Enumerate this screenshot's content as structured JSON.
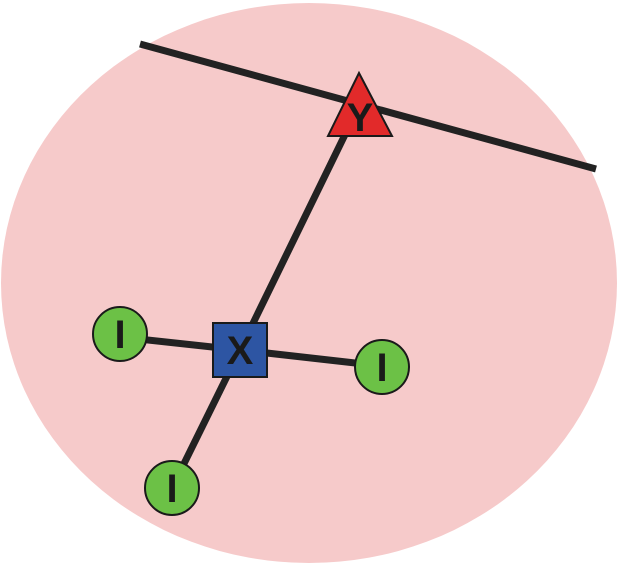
{
  "colors": {
    "background_region": "#f6caca",
    "edge": "#222222",
    "square_fill": "#2d55a3",
    "triangle_fill": "#e22a2a",
    "circle_fill": "#6cc146",
    "stroke": "#1a1a1a"
  },
  "nodes": {
    "y": {
      "label": "Y",
      "shape": "triangle"
    },
    "x": {
      "label": "X",
      "shape": "square"
    },
    "i_left": {
      "label": "I",
      "shape": "circle"
    },
    "i_right": {
      "label": "I",
      "shape": "circle"
    },
    "i_bottom": {
      "label": "I",
      "shape": "circle"
    }
  }
}
